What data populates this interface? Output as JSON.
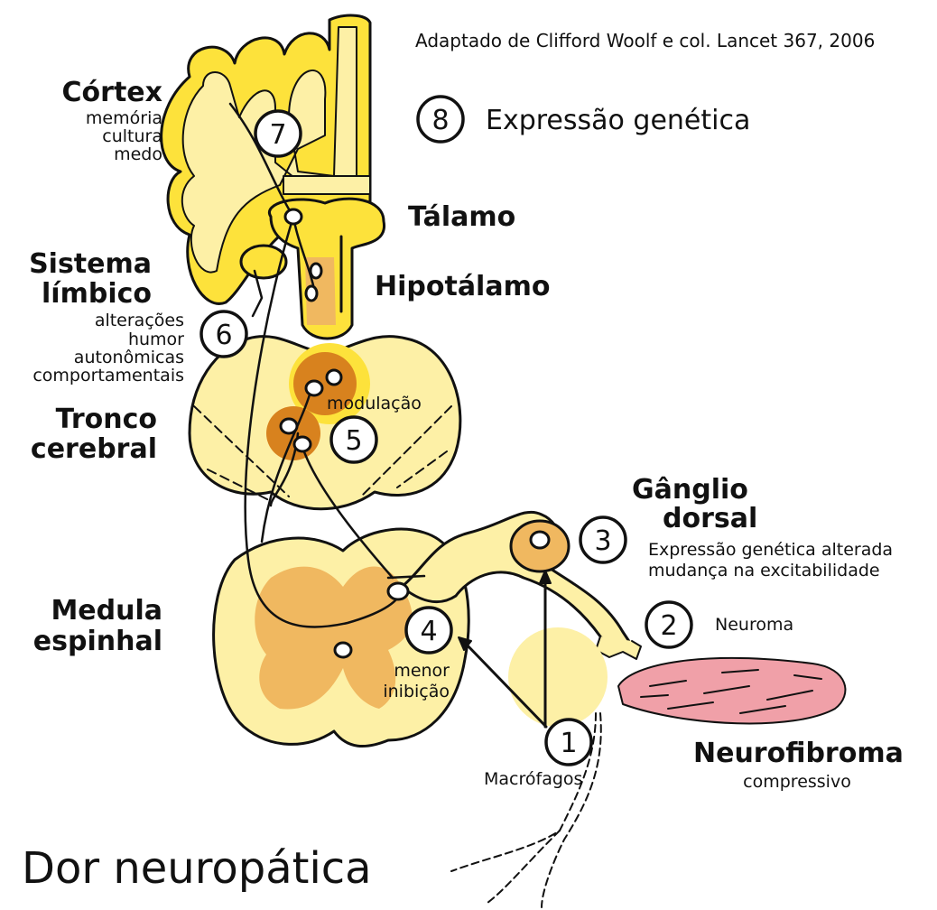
{
  "source_note": "Adaptado de Clifford Woolf e col. Lancet 367, 2006",
  "title": "Dor neuropática",
  "colors": {
    "pale_yellow": "#fdf0a6",
    "yellow": "#fde23b",
    "orange": "#f0b860",
    "dark_orange": "#d8821e",
    "neurofibroma_pink": "#f0a0a8"
  },
  "labels": {
    "cortex": {
      "title": "Córtex",
      "lines": [
        "memória",
        "cultura",
        "medo"
      ]
    },
    "talamo": "Tálamo",
    "hipotalamo": "Hipotálamo",
    "limbico": {
      "title_1": "Sistema",
      "title_2": "límbico",
      "lines": [
        "alterações",
        "humor",
        "autonômicas",
        "comportamentais"
      ]
    },
    "tronco": {
      "line1": "Tronco",
      "line2": "cerebral"
    },
    "modulacao": "modulação",
    "ganglio": {
      "line1": "Gânglio",
      "line2": "dorsal"
    },
    "expressao_alterada": [
      "Expressão genética alterada",
      "mudança na excitabilidade"
    ],
    "neuroma": "Neuroma",
    "medula": {
      "line1": "Medula",
      "line2": "espinhal"
    },
    "menor_inibicao": [
      "menor",
      "inibição"
    ],
    "neurofibroma": "Neurofibroma",
    "compressivo": "compressivo",
    "macrofagos": "Macrófagos",
    "expressao_genetica": "Expressão genética"
  },
  "markers": [
    "1",
    "2",
    "3",
    "4",
    "5",
    "6",
    "7",
    "8"
  ]
}
